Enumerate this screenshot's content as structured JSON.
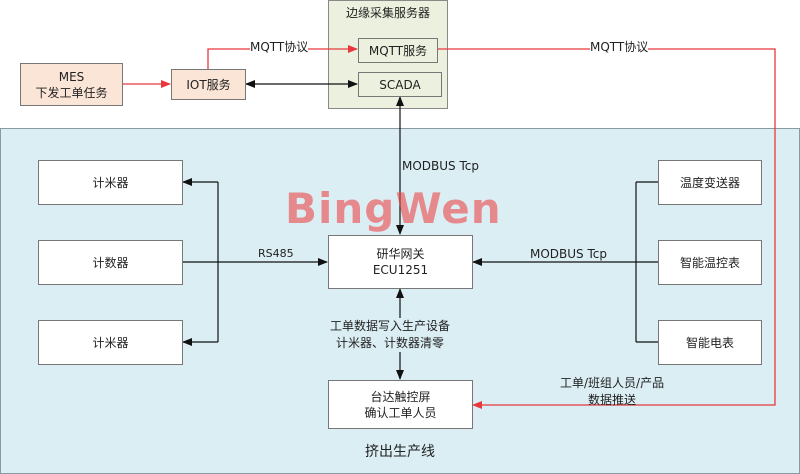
{
  "edge_server": {
    "title": "边缘采集服务器",
    "mqtt": "MQTT服务",
    "scada": "SCADA"
  },
  "mes": {
    "line1": "MES",
    "line2": "下发工单任务"
  },
  "iot": "IOT服务",
  "labels": {
    "mqtt_left": "MQTT协议",
    "mqtt_right": "MQTT协议",
    "modbus_top": "MODBUS Tcp",
    "rs485": "RS485",
    "modbus_right": "MODBUS Tcp",
    "write_1": "工单数据写入生产设备",
    "write_2": "计米器、计数器清零",
    "push_1": "工单/班组人员/产品",
    "push_2": "数据推送"
  },
  "left_devices": [
    "计米器",
    "计数器",
    "计米器"
  ],
  "right_devices": [
    "温度变送器",
    "智能温控表",
    "智能电表"
  ],
  "gateway": {
    "line1": "研华网关",
    "line2": "ECU1251"
  },
  "touch": {
    "line1": "台达触控屏",
    "line2": "确认工单人员"
  },
  "area_title": "挤出生产线",
  "watermark": "BingWen",
  "colors": {
    "mqtt_line": "#e8383d",
    "area_bg": "#dbeef4",
    "server_bg": "#ebf1de",
    "mes_bg": "#fbe5d6"
  }
}
